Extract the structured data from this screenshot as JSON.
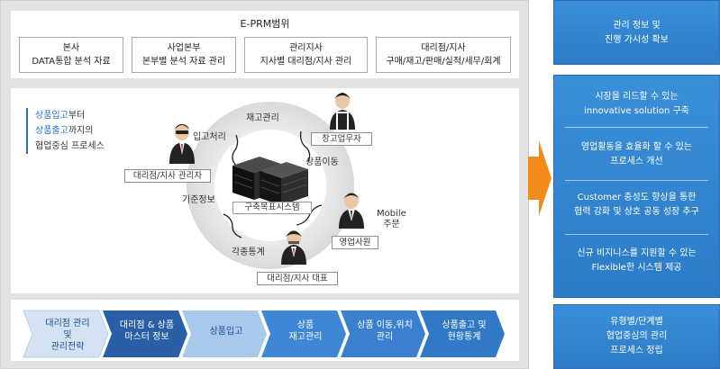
{
  "scope": {
    "title": "E-PRM범위",
    "boxes": [
      {
        "line1": "본사",
        "line2": "DATA통합 분석 자료"
      },
      {
        "line1": "사업본부",
        "line2": "본부별 분석 자료 관리"
      },
      {
        "line1": "관리지사",
        "line2": "지사별 대리점/지사 관리"
      },
      {
        "line1": "대리점/지사",
        "line2": "구매/재고/판매/실적/세무/회계"
      }
    ]
  },
  "note": {
    "line1_hl": "상품입고",
    "line1_rest": "부터",
    "line2_hl": "상품출고",
    "line2_rest": "까지의",
    "line3": "협업중심 프로세스"
  },
  "cycle": {
    "center": "구축목표시스템",
    "segments": [
      "재고관리",
      "입고처리",
      "상품이동",
      "기준정보",
      "각종통계"
    ],
    "roles": [
      "대리점/지사 관리자",
      "창고업무자",
      "영업사원",
      "대리점/지사 대표"
    ],
    "mobile_line1": "Mobile",
    "mobile_line2": "주문"
  },
  "flow": {
    "steps": [
      {
        "line1": "대리점 관리",
        "line2": "및",
        "line3": "관리전략"
      },
      {
        "line1": "대리점 & 상품",
        "line2": "마스터 정보"
      },
      {
        "line1": "상품입고"
      },
      {
        "line1": "상품",
        "line2": "재고관리"
      },
      {
        "line1": "상품 이동,위치",
        "line2": "관리"
      },
      {
        "line1": "상품출고 및",
        "line2": "현황통계"
      }
    ]
  },
  "right": {
    "box1": {
      "line1": "관리 정보 및",
      "line2": "진행 가시성 확보"
    },
    "box2": [
      {
        "line1": "시장을 리드할 수 있는",
        "line2": "innovative solution 구축"
      },
      {
        "line1": "영업활동을 효율화 할 수 있는",
        "line2": "프로세스 개선"
      },
      {
        "line1": "Customer 충성도 향상을 통한",
        "line2": "협력 강화 및 상호 공동 성장 추구"
      },
      {
        "line1": "신규 비지니스를 지원할 수 있는",
        "line2": "Flexible한 시스템 제공"
      }
    ],
    "box3": {
      "line1": "유형별/단계별",
      "line2": "협업중심의 관리",
      "line3": "프로세스 정립"
    }
  },
  "colors": {
    "accent": "#2a72c4",
    "right_box": "#2c7bc6",
    "arrow": "#f28b1a",
    "flow_light": "#a8c8ec",
    "flow_dark": "#2a5fa8"
  }
}
